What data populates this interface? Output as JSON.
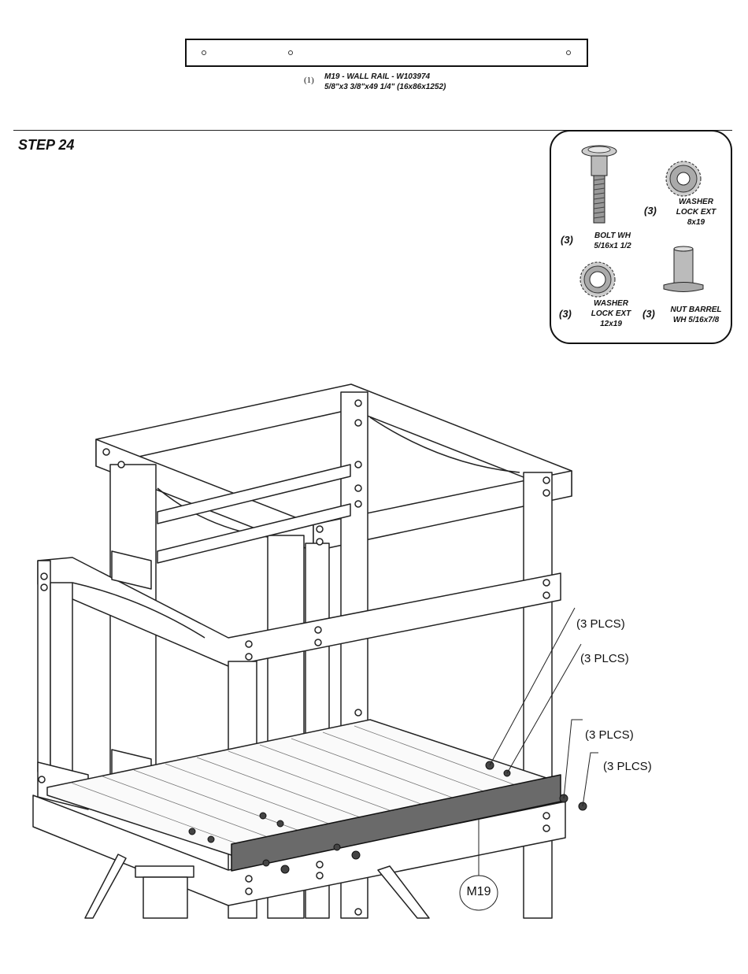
{
  "part": {
    "quantity": "(1)",
    "name": "M19 - WALL RAIL - W103974",
    "dims": "5/8\"x3 3/8\"x49 1/4\" (16x86x1252)"
  },
  "step": {
    "title": "STEP 24"
  },
  "hardware": [
    {
      "qty": "(3)",
      "line1": "BOLT WH",
      "line2": "5/16x1 1/2",
      "line3": "",
      "icon": "bolt-icon"
    },
    {
      "qty": "(3)",
      "line1": "WASHER",
      "line2": "LOCK EXT",
      "line3": "8x19",
      "icon": "lock-washer-icon"
    },
    {
      "qty": "(3)",
      "line1": "WASHER",
      "line2": "LOCK EXT",
      "line3": "12x19",
      "icon": "lock-washer-icon"
    },
    {
      "qty": "(3)",
      "line1": "NUT BARREL",
      "line2": "WH 5/16x7/8",
      "line3": "",
      "icon": "barrel-nut-icon"
    }
  ],
  "callouts": {
    "c1": "(3 PLCS)",
    "c2": "(3 PLCS)",
    "c3": "(3 PLCS)",
    "c4": "(3 PLCS)",
    "part_label": "M19"
  }
}
